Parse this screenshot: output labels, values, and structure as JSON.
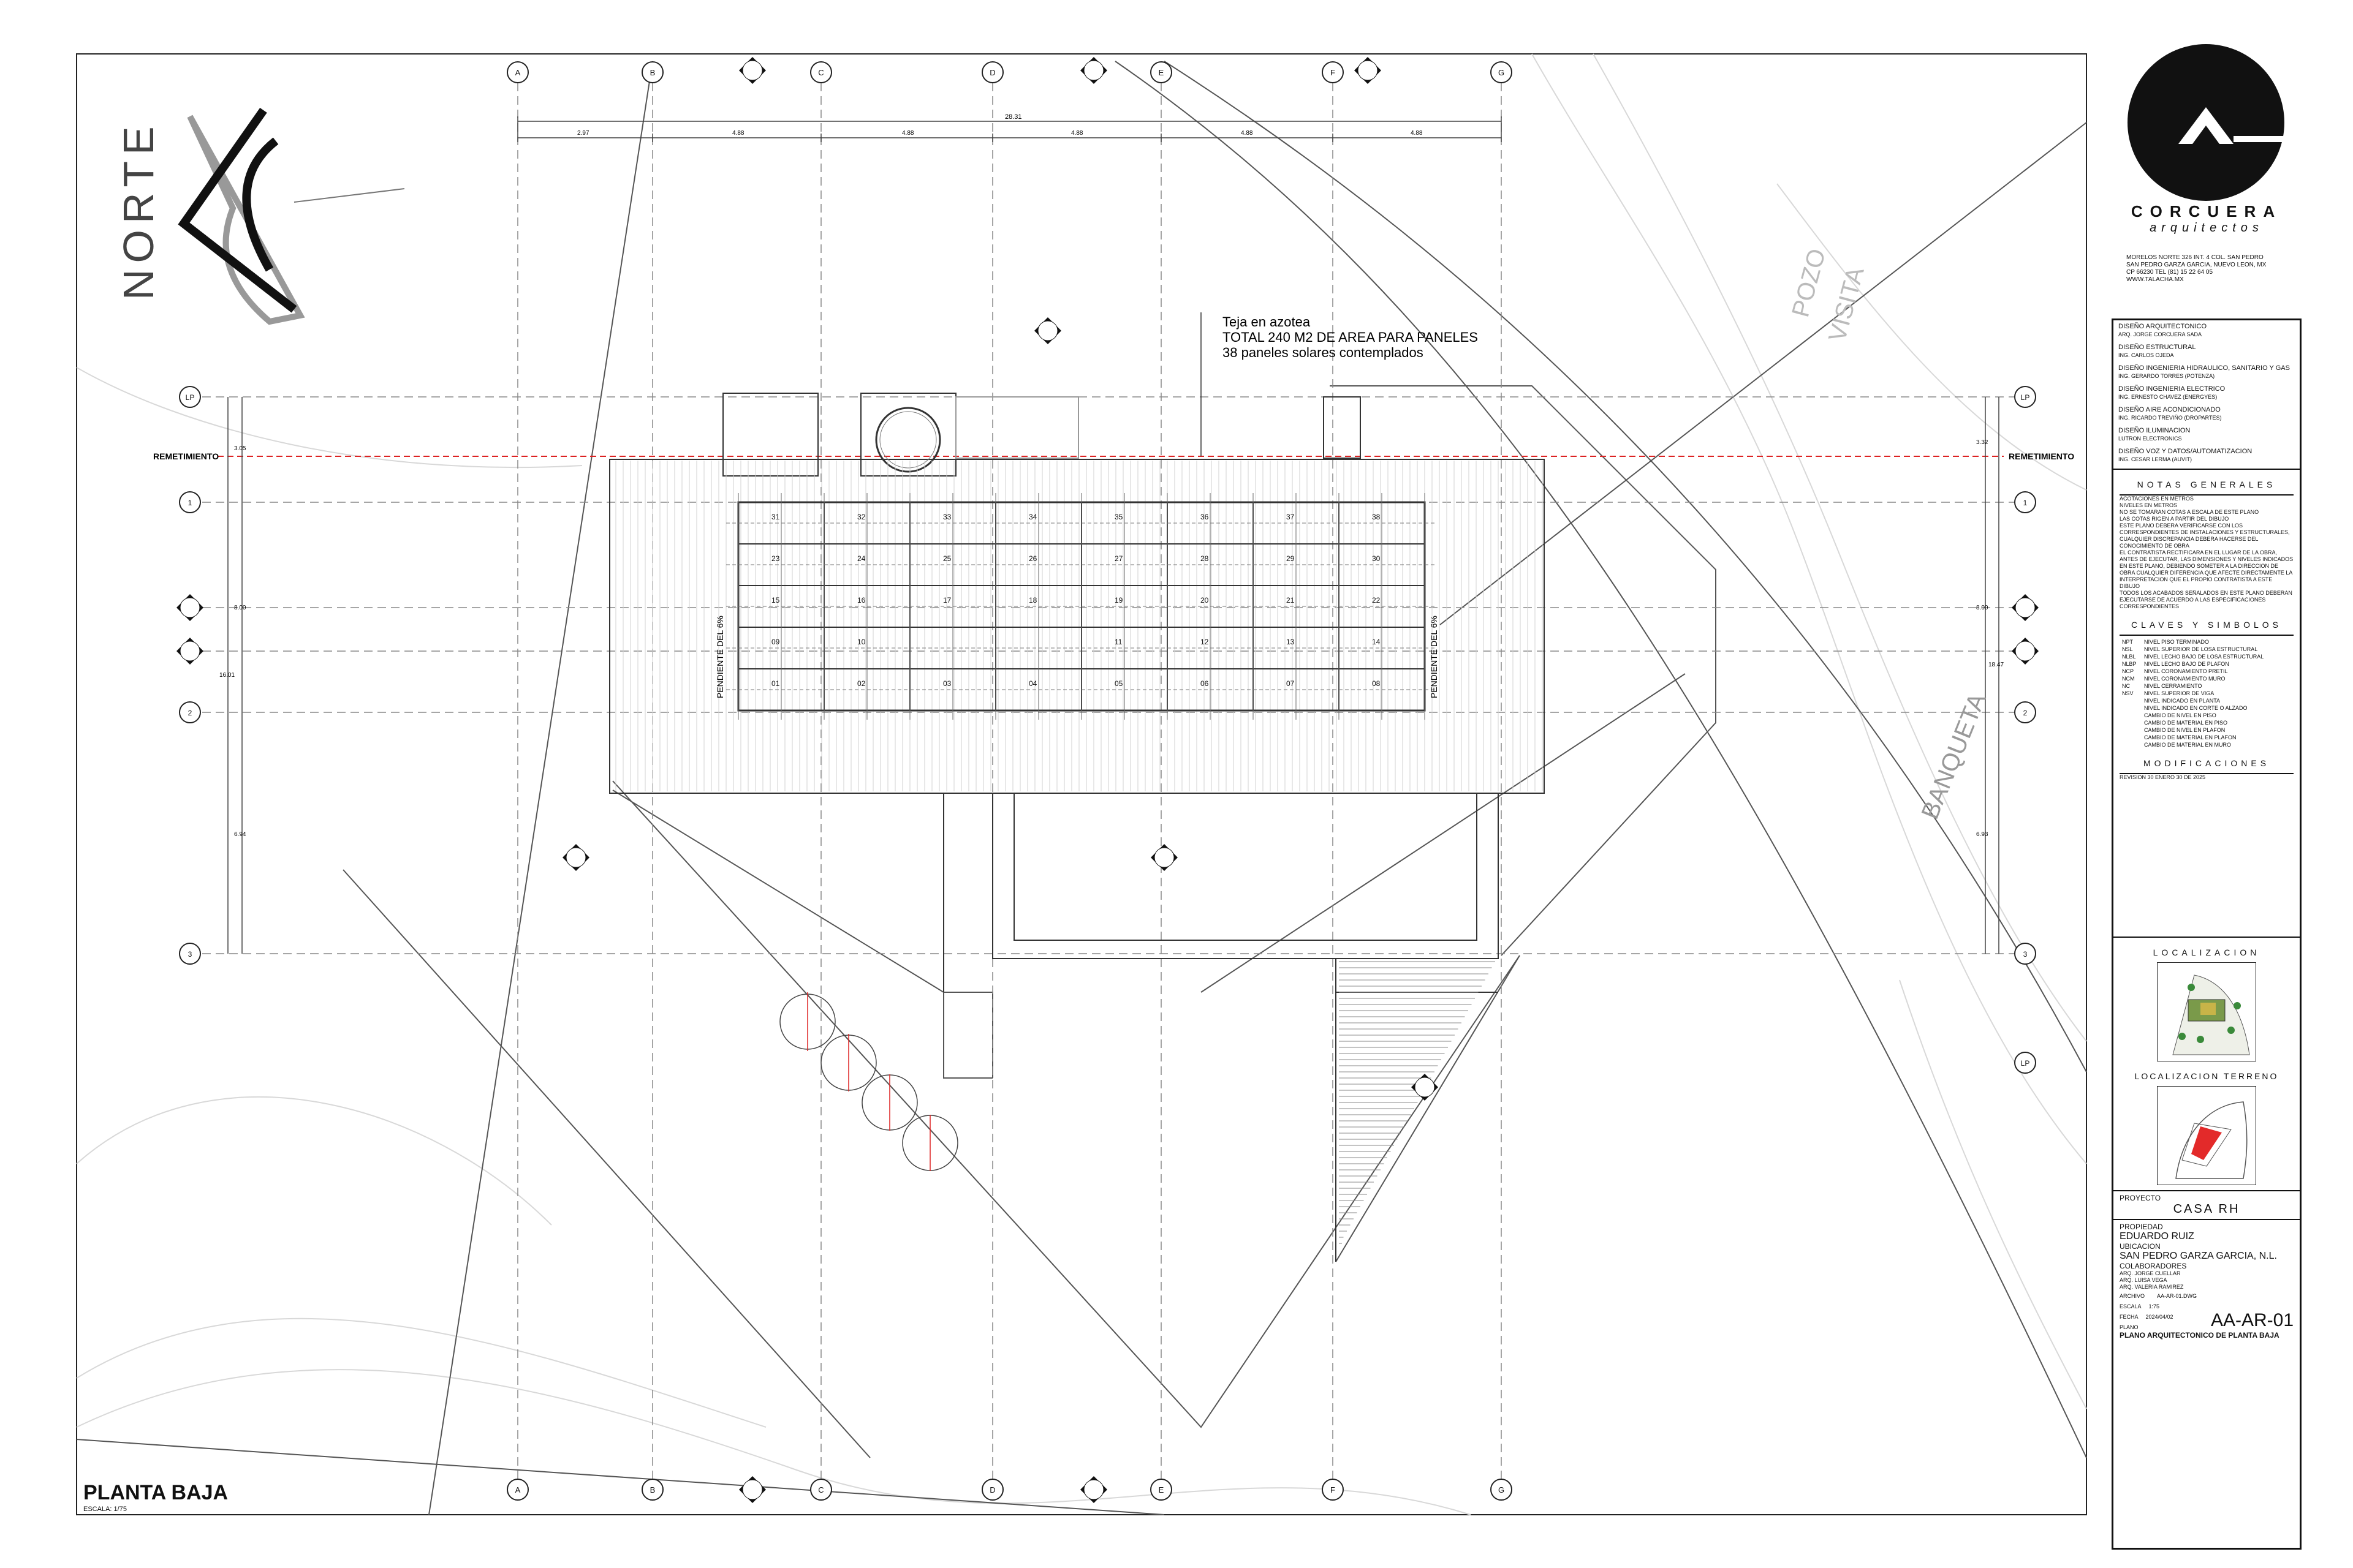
{
  "drawing": {
    "title": "PLANTA BAJA",
    "scale": "ESCALA: 1/75",
    "north_label": "NORTE",
    "annotation": {
      "line1": "Teja en azotea",
      "line2": "TOTAL 240 M2 DE AREA PARA PANELES",
      "line3": "38 paneles solares contemplados"
    },
    "labels": {
      "remetimiento_left": "REMETIMIENTO",
      "remetimiento_right": "REMETIMIENTO",
      "pozo": "POZO",
      "visita": "VISITA",
      "banqueta": "BANQUETA",
      "pendiente_left": "PENDIENTE DEL 6%",
      "pendiente_right": "PENDIENTE DEL 6%"
    },
    "column_axes": [
      "A",
      "B",
      "C",
      "D",
      "E",
      "F",
      "G"
    ],
    "row_axes": [
      "LP",
      "1",
      "2",
      "3",
      "LP"
    ],
    "top_dimensions": [
      "2.97",
      "4.88",
      "4.88",
      "4.88",
      "4.88",
      "4.88"
    ],
    "overall_dimension": "28.31",
    "left_dimensions": [
      "3.05",
      "8.00",
      "16.01",
      "6.94"
    ],
    "right_dimensions": [
      "3.32",
      "8.00",
      "18.47",
      "6.93"
    ],
    "panel_numbers": [
      [
        "31",
        "32",
        "33",
        "34",
        "35",
        "36",
        "37",
        "38"
      ],
      [
        "23",
        "24",
        "25",
        "26",
        "27",
        "28",
        "29",
        "30"
      ],
      [
        "15",
        "16",
        "17",
        "18",
        "19",
        "20",
        "21",
        "22"
      ],
      [
        "09",
        "10",
        "",
        "",
        "11",
        "12",
        "13",
        "14"
      ],
      [
        "01",
        "02",
        "03",
        "04",
        "05",
        "06",
        "07",
        "08"
      ]
    ]
  },
  "titleblock": {
    "firm": "CORCUERA",
    "firm_sub": "arquitectos",
    "address": [
      "MORELOS NORTE 326 INT. 4 COL. SAN PEDRO",
      "SAN PEDRO GARZA GARCIA, NUEVO LEON, MX",
      "CP 66230                     TEL (81) 15 22 64 05",
      "WWW.TALACHA.MX"
    ],
    "credits": [
      {
        "role": "DISEÑO ARQUITECTONICO",
        "name": "ARQ. JORGE CORCUERA SADA"
      },
      {
        "role": "DISEÑO ESTRUCTURAL",
        "name": "ING. CARLOS OJEDA"
      },
      {
        "role": "DISEÑO INGENIERIA HIDRAULICO, SANITARIO Y GAS",
        "name": "ING. GERARDO TORRES (POTENZA)"
      },
      {
        "role": "DISEÑO INGENIERIA ELECTRICO",
        "name": "ING. ERNESTO CHAVEZ (ENERGYES)"
      },
      {
        "role": "DISEÑO AIRE ACONDICIONADO",
        "name": "ING. RICARDO TREVIÑO (DROPARTES)"
      },
      {
        "role": "DISEÑO ILUMINACION",
        "name": "LUTRON ELECTRONICS"
      },
      {
        "role": "DISEÑO VOZ Y DATOS/AUTOMATIZACION",
        "name": "ING. CESAR LERMA (AUVIT)"
      }
    ],
    "notas_title": "NOTAS GENERALES",
    "notas": [
      "ACOTACIONES EN METROS",
      "NIVELES EN METROS",
      "NO SE TOMARAN COTAS A ESCALA DE ESTE PLANO",
      "LAS COTAS RIGEN A PARTIR DEL DIBUJO",
      "ESTE PLANO DEBERA VERIFICARSE CON LOS CORRESPONDIENTES DE INSTALACIONES Y ESTRUCTURALES, CUALQUIER DISCREPANCIA DEBERA HACERSE DEL CONOCIMIENTO DE OBRA",
      "EL CONTRATISTA RECTIFICARA EN EL LUGAR DE LA OBRA, ANTES DE EJECUTAR, LAS DIMENSIONES Y NIVELES INDICADOS EN ESTE PLANO, DEBIENDO SOMETER A LA DIRECCION DE OBRA CUALQUIER DIFERENCIA QUE AFECTE DIRECTAMENTE LA INTERPRETACION QUE EL PROPIO CONTRATISTA A ESTE DIBUJO",
      "TODOS LOS ACABADOS SEÑALADOS EN ESTE PLANO DEBERAN EJECUTARSE DE ACUERDO A LAS ESPECIFICACIONES CORRESPONDIENTES"
    ],
    "claves_title": "CLAVES Y SIMBOLOS",
    "claves": [
      {
        "code": "NPT",
        "text": "NIVEL PISO TERMINADO"
      },
      {
        "code": "NSL",
        "text": "NIVEL SUPERIOR DE LOSA ESTRUCTURAL"
      },
      {
        "code": "NLBL",
        "text": "NIVEL LECHO BAJO DE LOSA ESTRUCTURAL"
      },
      {
        "code": "NLBP",
        "text": "NIVEL LECHO BAJO DE PLAFON"
      },
      {
        "code": "NCP",
        "text": "NIVEL CORONAMIENTO PRETIL"
      },
      {
        "code": "NCM",
        "text": "NIVEL CORONAMIENTO MURO"
      },
      {
        "code": "NC",
        "text": "NIVEL CERRAMIENTO"
      },
      {
        "code": "NSV",
        "text": "NIVEL SUPERIOR DE VIGA"
      },
      {
        "code": "",
        "text": "NIVEL INDICADO EN PLANTA"
      },
      {
        "code": "",
        "text": "NIVEL INDICADO EN CORTE O ALZADO"
      },
      {
        "code": "",
        "text": "CAMBIO DE NIVEL EN PISO"
      },
      {
        "code": "",
        "text": "CAMBIO DE MATERIAL EN PISO"
      },
      {
        "code": "",
        "text": "CAMBIO DE NIVEL EN PLAFON"
      },
      {
        "code": "",
        "text": "CAMBIO DE MATERIAL EN PLAFON"
      },
      {
        "code": "",
        "text": "CAMBIO DE MATERIAL EN MURO"
      }
    ],
    "modificaciones_title": "MODIFICACIONES",
    "modificaciones": [
      "REVISION 30 ENERO 30 DE 2025"
    ],
    "localizacion_title": "LOCALIZACION",
    "localizacion_terreno_title": "LOCALIZACION TERRENO",
    "proyecto_label": "PROYECTO",
    "proyecto": "CASA RH",
    "propiedad_label": "PROPIEDAD",
    "propiedad": "EDUARDO RUIZ",
    "ubicacion_label": "UBICACION",
    "ubicacion": "SAN PEDRO GARZA GARCIA, N.L.",
    "colaboradores_label": "COLABORADORES",
    "colaboradores": [
      "ARQ. JORGE CUELLAR",
      "ARQ. LUISA VEGA",
      "ARQ. VALERIA RAMIREZ"
    ],
    "archivo_label": "ARCHIVO",
    "archivo": "AA-AR-01.DWG",
    "escala_label": "ESCALA",
    "escala": "1:75",
    "fecha_label": "FECHA",
    "fecha": "2024/04/02",
    "plano_label": "PLANO",
    "plano_code": "AA-AR-01",
    "plano_desc": "PLANO ARQUITECTONICO DE PLANTA BAJA"
  }
}
